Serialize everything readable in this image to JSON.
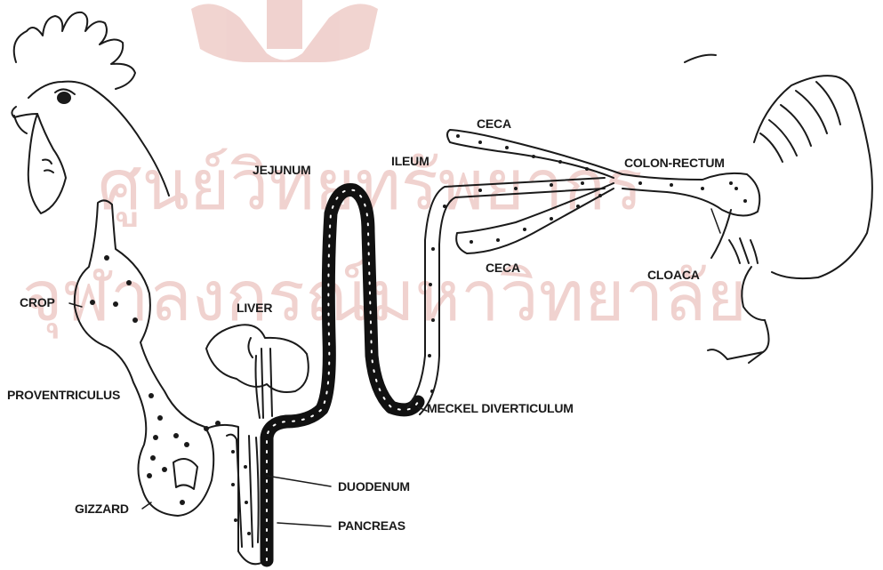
{
  "watermark": {
    "line1": "ศูนย์วิทยทรัพยากร",
    "line2": "จุฬาลงกรณ์มหาวิทยาลัย",
    "color": "#c0392b"
  },
  "labels": {
    "crop": "CROP",
    "proventriculus": "PROVENTRICULUS",
    "gizzard": "GIZZARD",
    "liver": "LIVER",
    "jejunum": "JEJUNUM",
    "ileum": "ILEUM",
    "ceca_upper": "CECA",
    "ceca_lower": "CECA",
    "colon_rectum": "COLON-RECTUM",
    "cloaca": "CLOACA",
    "meckel": "MECKEL DIVERTICULUM",
    "duodenum": "DUODENUM",
    "pancreas": "PANCREAS"
  },
  "colors": {
    "ink": "#1a1a1a",
    "jejunum_fill": "#111111"
  }
}
